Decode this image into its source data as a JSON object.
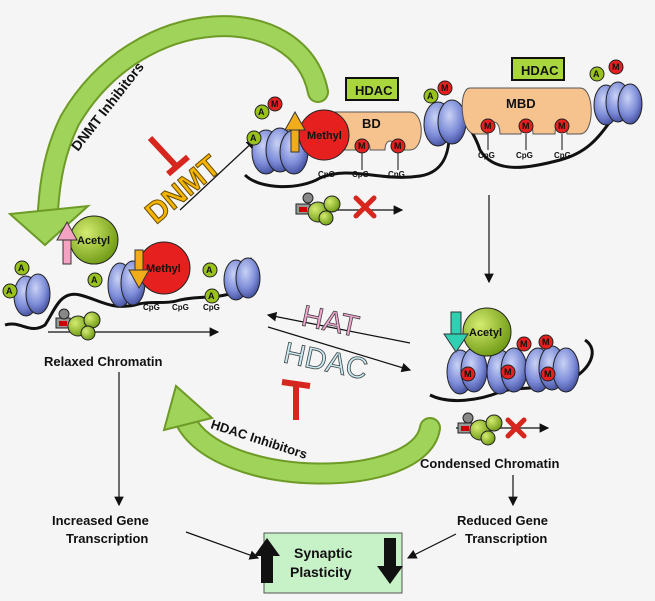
{
  "labels": {
    "relaxed": "Relaxed Chromatin",
    "condensed": "Condensed Chromatin",
    "increased_1": "Increased Gene",
    "increased_2": "Transcription",
    "reduced_1": "Reduced Gene",
    "reduced_2": "Transcription",
    "synaptic_1": "Synaptic",
    "synaptic_2": "Plasticity",
    "dnmt_inhibitors": "DNMT Inhibitors",
    "hdac_inhibitors": "HDAC Inhibitors",
    "dnmt": "DNMT",
    "hat": "HAT",
    "hdac_enzyme": "HDAC",
    "hdac_box": "HDAC",
    "mbd": "MBD",
    "mbd_partial": "BD",
    "methyl": "Methyl",
    "acetyl": "Acetyl",
    "cpg": "CpG",
    "a": "A",
    "m": "M"
  },
  "colors": {
    "green_arrow": "#8fc640",
    "red_inhibit": "#d7261e",
    "dnmt_fill": "#f4b400",
    "hat_fill": "#f2a6cf",
    "hdac_fill": "#c7ecf4",
    "acetyl_fill": "#99c21f",
    "methyl_fill": "#e61f1f",
    "mbd_fill": "#f6c38e",
    "hdac_box_fill": "#a8d63c",
    "synaptic_fill": "#c7f1c7",
    "histone": "#7f8ed6",
    "pink_arrow": "#f4a3c3",
    "orange_arrow": "#f1ac1a",
    "cyan_arrow": "#2fcfb1"
  }
}
